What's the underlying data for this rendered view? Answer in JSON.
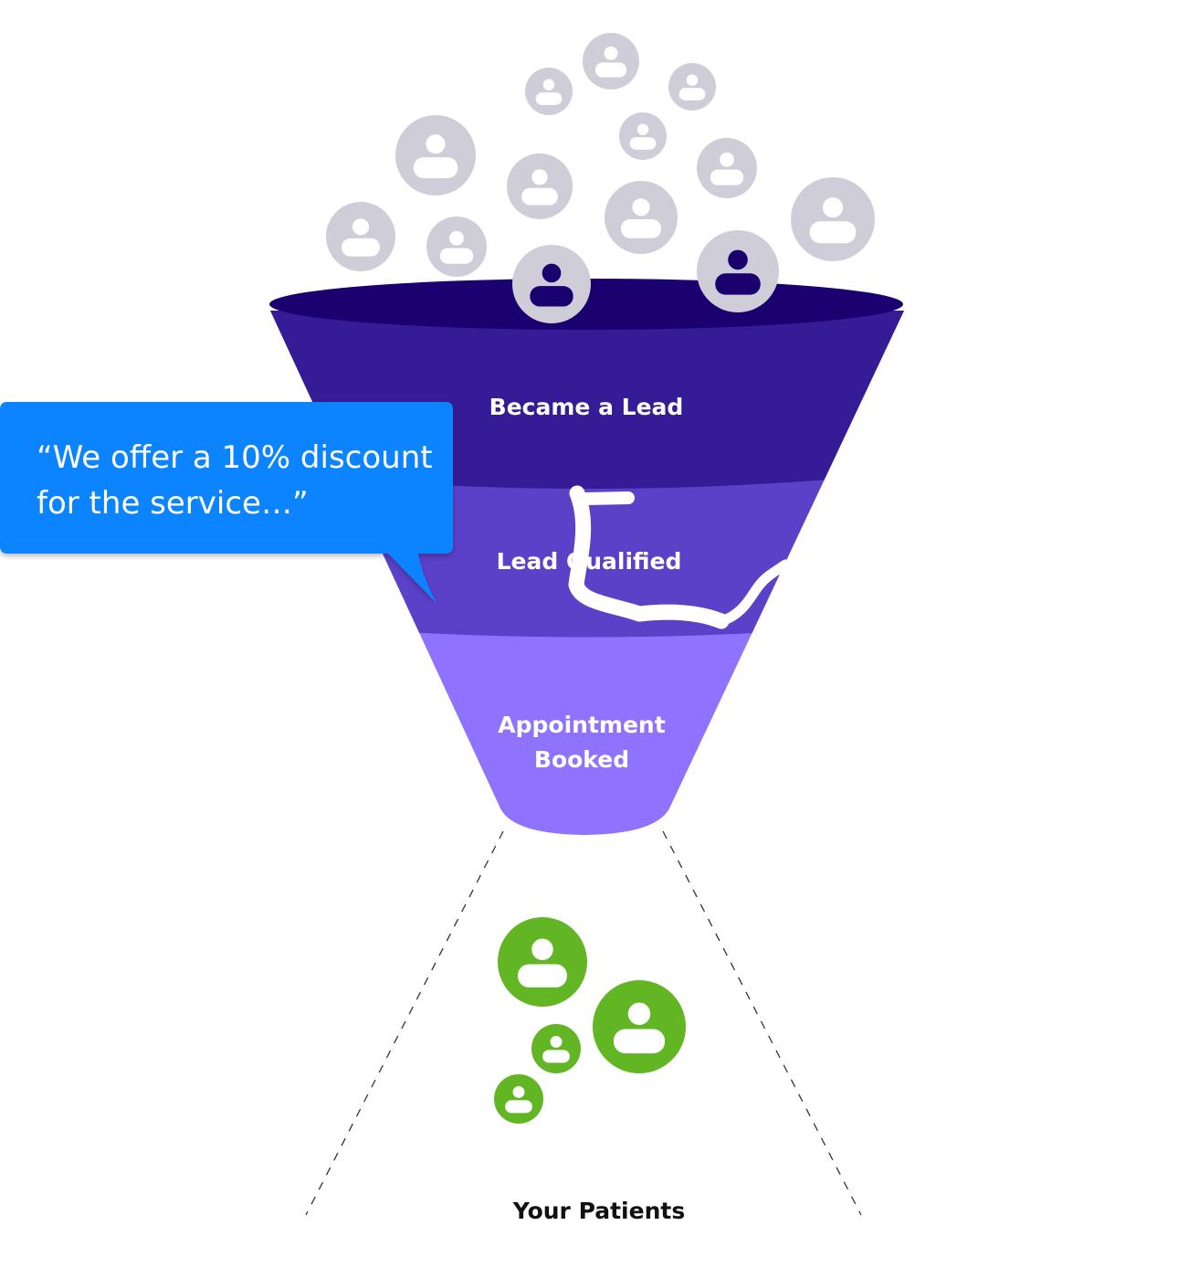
{
  "funnel": {
    "stages": [
      {
        "label": "Became a Lead",
        "color": "#351b96"
      },
      {
        "label": "Lead Qualified",
        "color": "#5b41c8"
      },
      {
        "label_line1": "Appointment",
        "label_line2": "Booked",
        "color": "#8f73fe"
      }
    ],
    "rim_color": "#1b0070"
  },
  "speech_bubble": {
    "line1": "“We offer a 10% discount",
    "line2": "for the service…”",
    "color": "#0f84ff"
  },
  "output": {
    "label": "Your Patients",
    "color": "#62b623"
  },
  "prospects": {
    "color": "#cfcdd8"
  }
}
